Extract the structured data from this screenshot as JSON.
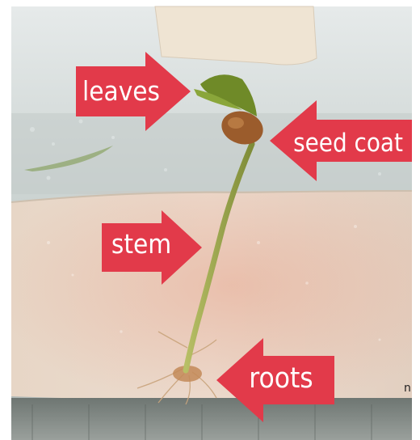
{
  "labels": {
    "leaves": "leaves",
    "seed_coat": "seed coat",
    "stem": "stem",
    "roots": "roots"
  },
  "stray_text": "n",
  "colors": {
    "arrow": "#e23a4a",
    "label_text": "#ffffff",
    "stem": "#9aa84a",
    "leaves": "#6f8a28",
    "seed_coat": "#9b5c2c",
    "paper_towel": "#e9d8c8",
    "window_background": "#cdd6d3"
  }
}
